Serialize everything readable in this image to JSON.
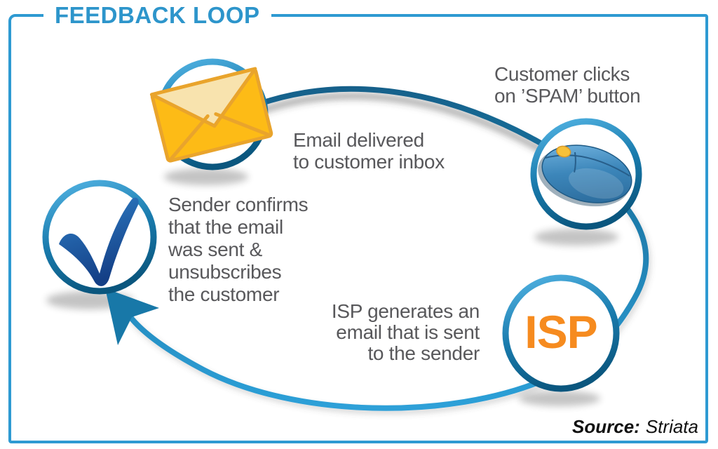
{
  "title": "FEEDBACK LOOP",
  "steps": [
    {
      "id": "email-delivered",
      "text": "Email delivered\nto customer inbox"
    },
    {
      "id": "customer-clicks-spam",
      "text": "Customer clicks\non ’SPAM’ button"
    },
    {
      "id": "isp-generates-email",
      "text": "ISP generates an\nemail that is sent\nto the sender"
    },
    {
      "id": "sender-confirms",
      "text": "Sender confirms\nthat the email\nwas sent &\nunsubscribes\nthe customer"
    }
  ],
  "nodes": [
    {
      "id": "email-node",
      "icon": "envelope-icon"
    },
    {
      "id": "spam-click-node",
      "icon": "mouse-icon"
    },
    {
      "id": "isp-node",
      "icon": "isp-text-badge",
      "badge": "ISP"
    },
    {
      "id": "confirm-node",
      "icon": "checkmark-icon"
    }
  ],
  "source": {
    "label": "Source:",
    "value": "Striata"
  },
  "colors": {
    "accent_blue": "#2d95cb",
    "border_blue": "#2e9ad2",
    "loop_blue_dark": "#135f88",
    "loop_blue_light": "#2da0d8",
    "ring_blue_light": "#4fb0e0",
    "ring_blue_dark": "#0a567e",
    "text_gray": "#58585b",
    "isp_orange": "#f68b1f",
    "envelope_yellow": "#fdbb16",
    "envelope_flap": "#f8e3ae",
    "envelope_outline": "#e9a42c",
    "check_blue": "#1a5ca8",
    "mouse_blue": "#3c86ba"
  }
}
